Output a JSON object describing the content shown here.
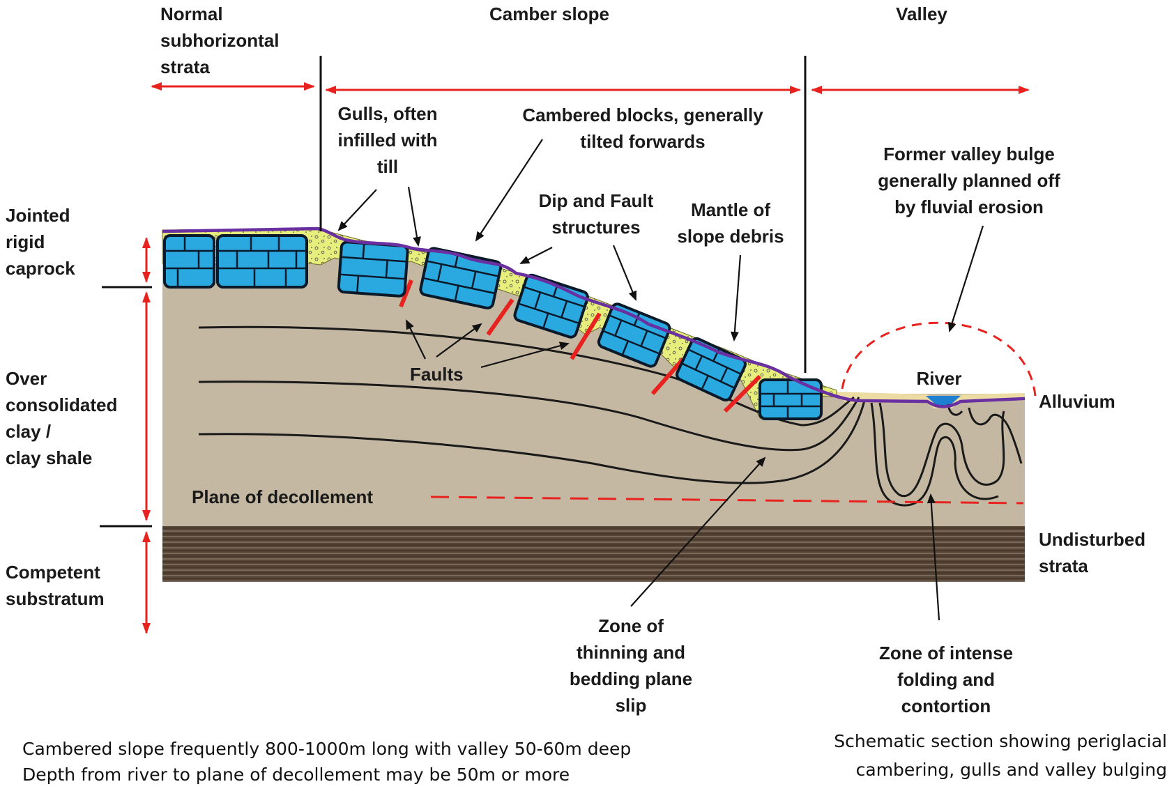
{
  "colors": {
    "clay": "#c4b8a2",
    "caprock": "#2aa8e0",
    "debris": "#e7ee7c",
    "mantle": "#6a2fa0",
    "fault": "#e8231f",
    "substratum": "#564436",
    "water": "#1f7fd0"
  },
  "zones": {
    "normal": [
      "Normal",
      "subhorizontal",
      "strata"
    ],
    "camber": "Camber slope",
    "valley": "Valley"
  },
  "strata_labels": {
    "caprock": [
      "Jointed",
      "rigid",
      "caprock"
    ],
    "clay": [
      "Over",
      "consolidated",
      "clay /",
      "clay shale"
    ],
    "substratum": [
      "Competent",
      "substratum"
    ],
    "alluvium": "Alluvium",
    "undisturbed": [
      "Undisturbed",
      "strata"
    ]
  },
  "annotations": {
    "gulls": [
      "Gulls, often",
      "infilled with",
      "till"
    ],
    "cambered_blocks": [
      "Cambered blocks, generally",
      "tilted forwards"
    ],
    "dip_fault": [
      "Dip and Fault",
      "structures"
    ],
    "mantle": [
      "Mantle of",
      "slope debris"
    ],
    "bulge": [
      "Former valley bulge",
      "generally planned off",
      "by fluvial erosion"
    ],
    "river": "River",
    "faults": "Faults",
    "decollement": "Plane of decollement",
    "thinning": [
      "Zone of",
      "thinning and",
      "bedding plane",
      "slip"
    ],
    "folding": [
      "Zone of intense",
      "folding and",
      "contortion"
    ]
  },
  "notes": {
    "line1": "Cambered slope frequently 800-1000m long with valley 50-60m deep",
    "line2": "Depth from river to plane of decollement may be 50m or more"
  },
  "caption": [
    "Schematic section showing periglacial",
    "cambering, gulls and valley bulging"
  ]
}
